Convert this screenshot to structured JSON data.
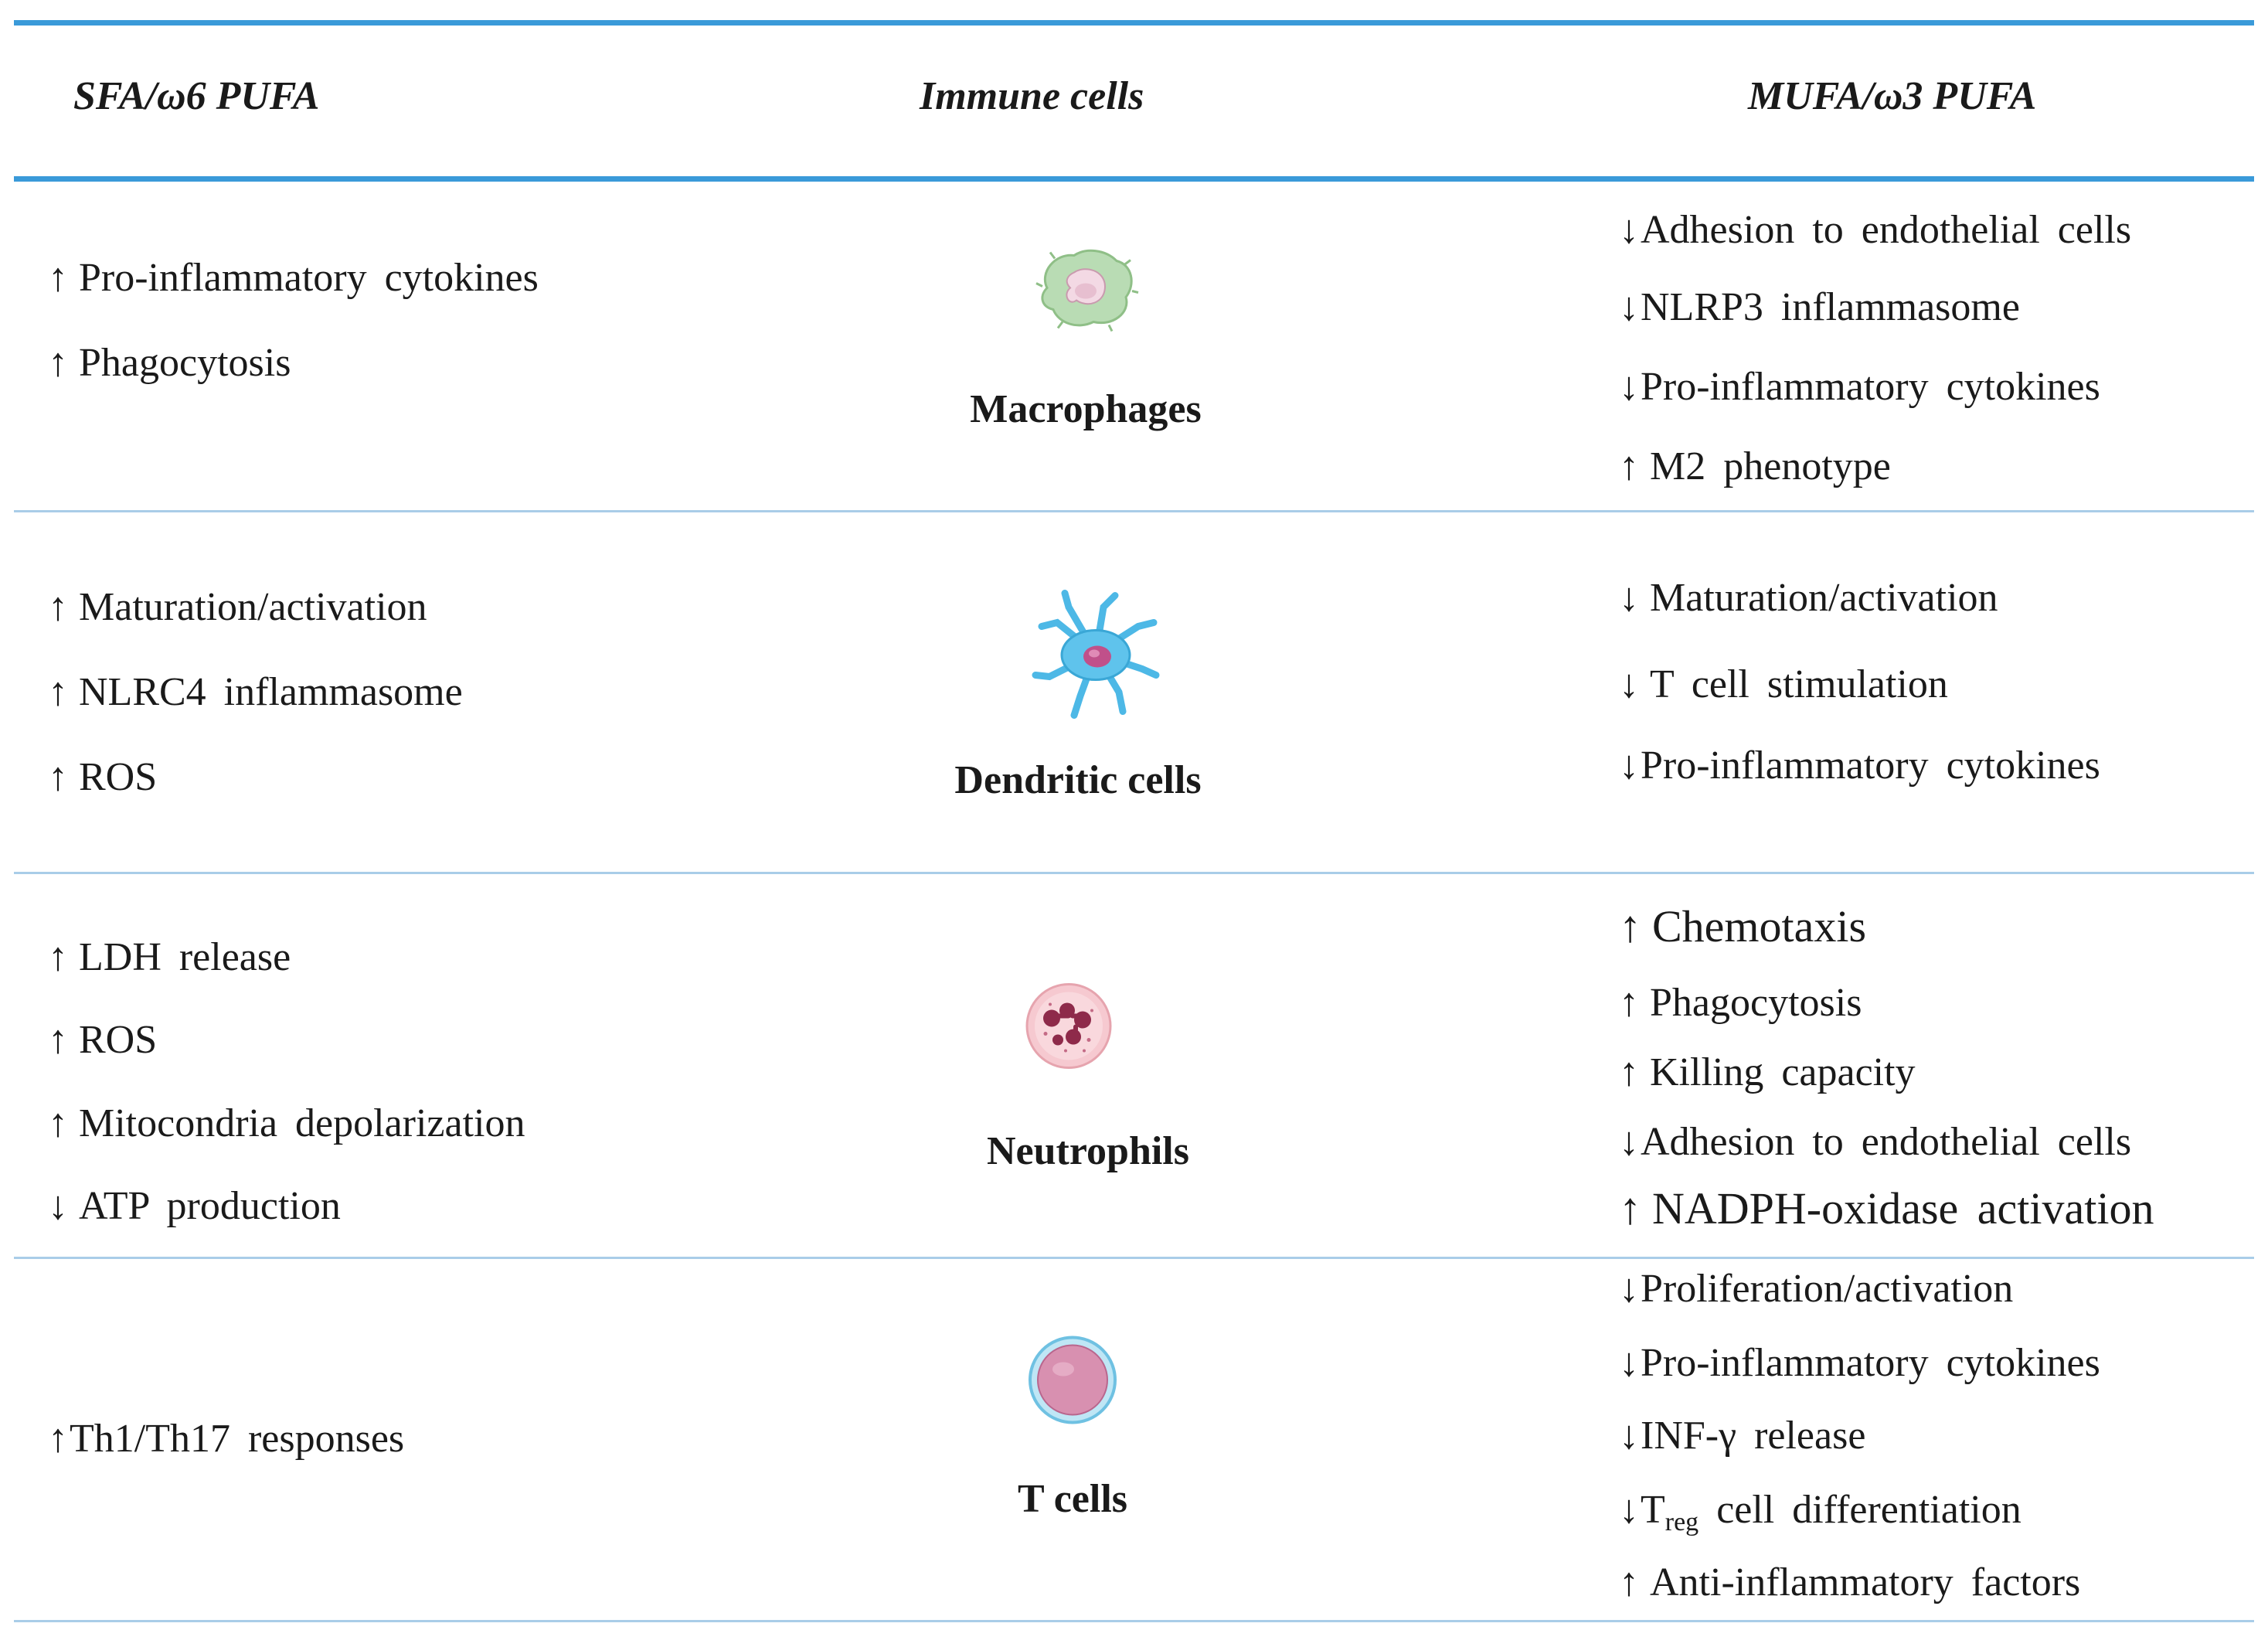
{
  "headers": {
    "left": "SFA/ω6 PUFA",
    "middle": "Immune cells",
    "right": "MUFA/ω3 PUFA"
  },
  "rows": [
    {
      "cell": "Macrophages",
      "icon": "macrophage-icon",
      "left": [
        {
          "arrow": "↑",
          "text": "Pro-inflammatory  cytokines"
        },
        {
          "arrow": "↑",
          "text": "Phagocytosis"
        }
      ],
      "right": [
        {
          "arrow": "↓",
          "text": "Adhesion  to endothelial  cells"
        },
        {
          "arrow": "↓",
          "text": "NLRP3  inflammasome"
        },
        {
          "arrow": "↓",
          "text": "Pro-inflammatory  cytokines"
        },
        {
          "arrow": "↑",
          "text": "M2 phenotype"
        }
      ]
    },
    {
      "cell": "Dendritic cells",
      "icon": "dendritic-cell-icon",
      "left": [
        {
          "arrow": "↑",
          "text": "Maturation/activation"
        },
        {
          "arrow": "↑",
          "text": "NLRC4  inflammasome"
        },
        {
          "arrow": "↑",
          "text": "ROS"
        }
      ],
      "right": [
        {
          "arrow": "↓",
          "text": "Maturation/activation"
        },
        {
          "arrow": "↓",
          "text": "T cell stimulation"
        },
        {
          "arrow": "↓",
          "text": "Pro-inflammatory  cytokines"
        }
      ]
    },
    {
      "cell": "Neutrophils",
      "icon": "neutrophil-icon",
      "left": [
        {
          "arrow": "↑",
          "text": "LDH release"
        },
        {
          "arrow": "↑",
          "text": "ROS"
        },
        {
          "arrow": "↑",
          "text": "Mitocondria  depolarization"
        },
        {
          "arrow": "↓",
          "text": "ATP production"
        }
      ],
      "right": [
        {
          "arrow": "↑",
          "text": "Chemotaxis"
        },
        {
          "arrow": "↑",
          "text": "Phagocytosis"
        },
        {
          "arrow": "↑",
          "text": "Killing  capacity"
        },
        {
          "arrow": "↓",
          "text": "Adhesion  to endothelial  cells"
        },
        {
          "arrow": "↑",
          "text": "NADPH-oxidase  activation"
        }
      ]
    },
    {
      "cell": "T cells",
      "icon": "t-cell-icon",
      "left": [
        {
          "arrow": "↑",
          "text": "Th1/Th17  responses"
        }
      ],
      "right": [
        {
          "arrow": "↓",
          "text": "Proliferation/activation"
        },
        {
          "arrow": "↓",
          "text": "Pro-inflammatory  cytokines"
        },
        {
          "arrow": "↓",
          "text": "INF-γ release"
        },
        {
          "arrow": "↓",
          "text": "T",
          "sub": "reg",
          "tail": " cell differentiation"
        },
        {
          "arrow": "↑",
          "text": "Anti-inflammatory  factors"
        }
      ]
    }
  ],
  "colors": {
    "rule_thick": "#3a9ad9",
    "rule_thin": "#a9cde8"
  }
}
